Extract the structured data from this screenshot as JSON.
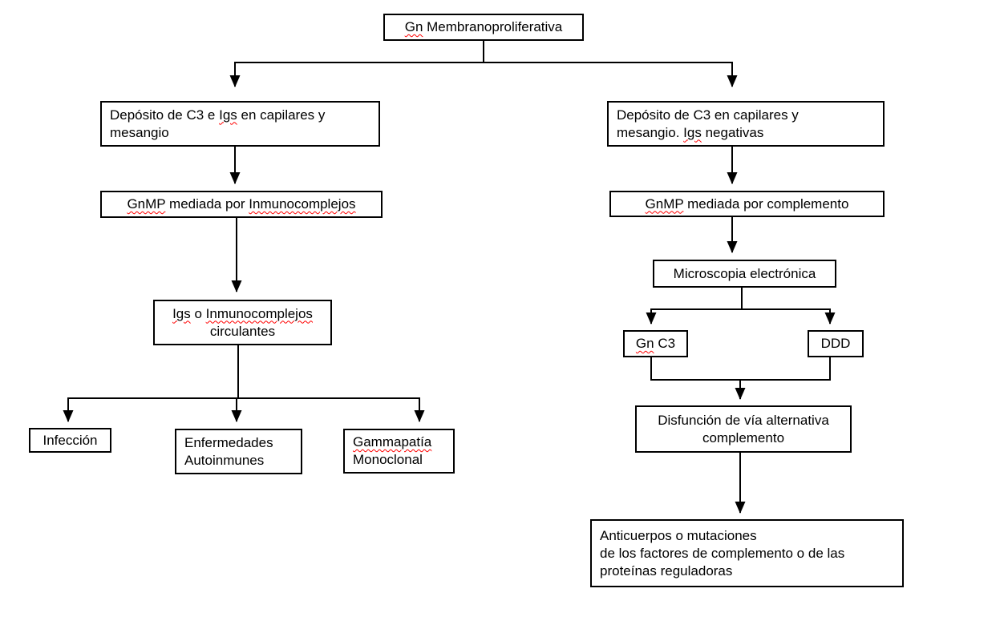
{
  "page": {
    "background_color": "#ffffff",
    "line_color": "#000000",
    "spellcheck_underline_color": "#ff0000"
  },
  "diagram": {
    "type": "flowchart",
    "language": "es",
    "flagged_words": [
      "Gn",
      "GnMP",
      "Igs",
      "Inmunocomplejos",
      "Gammapatía"
    ],
    "nodes": {
      "root": {
        "label": "Gn Membranoproliferativa"
      },
      "left_deposito": {
        "label": "Depósito de C3 e Igs en capilares y\nmesangio"
      },
      "left_gnmp": {
        "label": "GnMP mediada por Inmunocomplejos"
      },
      "left_igs_circulantes": {
        "label": "Igs o Inmunocomplejos\ncirculantes"
      },
      "infeccion": {
        "label": "Infección"
      },
      "enfermedades": {
        "label": "Enfermedades\nAutoinmunes"
      },
      "gammapatia": {
        "label": "Gammapatía\nMonoclonal"
      },
      "right_deposito": {
        "label": "Depósito de C3 en capilares y\nmesangio. Igs negativas"
      },
      "right_gnmp": {
        "label": "GnMP mediada por complemento"
      },
      "microscopia": {
        "label": "Microscopia electrónica"
      },
      "gn_c3": {
        "label": "Gn C3"
      },
      "ddd": {
        "label": "DDD"
      },
      "disfuncion": {
        "label": "Disfunción de vía alternativa\ncomplemento"
      },
      "anticuerpos": {
        "label": "Anticuerpos o mutaciones\nde los factores de complemento o de las\nproteínas reguladoras"
      }
    }
  }
}
